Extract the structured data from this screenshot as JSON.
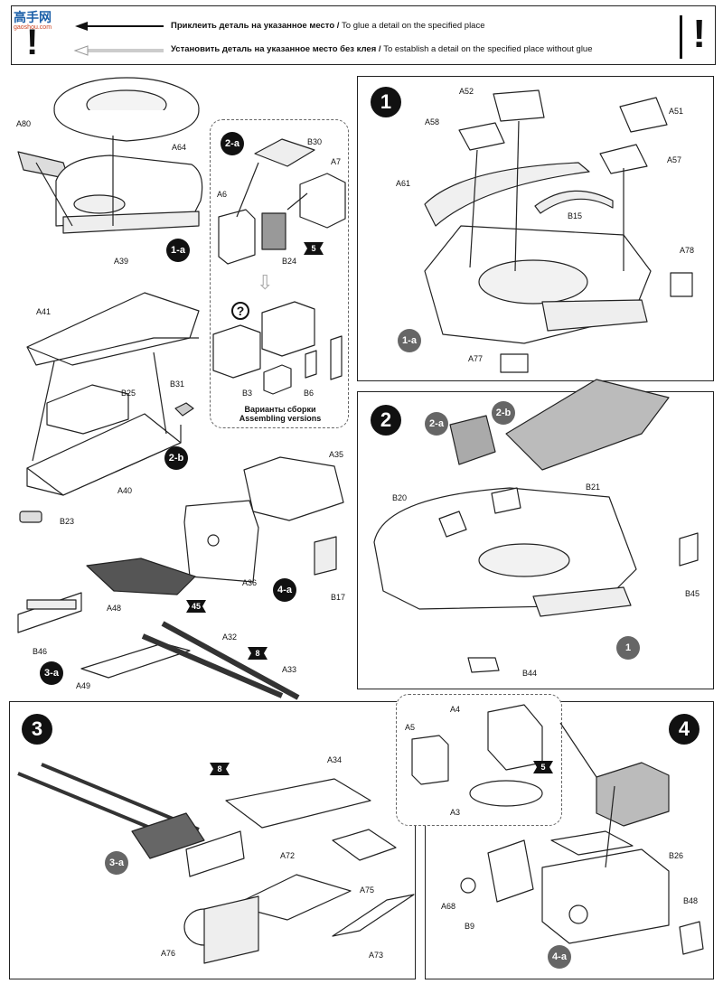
{
  "legend": {
    "glue_ru": "Приклеить деталь на указанное место /",
    "glue_en": "To glue a detail on the specified place",
    "noglue_ru": "Установить деталь на указанное место без клея /",
    "noglue_en": "To establish a detail on the specified place without glue",
    "warning": "!",
    "question": "?"
  },
  "watermark": {
    "text": "高手网",
    "sub": "gaoshou.com"
  },
  "steps": {
    "s1": "1",
    "s2": "2",
    "s3": "3",
    "s4": "4"
  },
  "subassemblies": {
    "a1": "1-a",
    "a2": "2-a",
    "b2": "2-b",
    "a3": "3-a",
    "a4": "4-a"
  },
  "inset_versions": {
    "ru": "Варианты сборки",
    "en": "Assembling versions",
    "question": "?"
  },
  "stars": {
    "five": "5",
    "fortyfive": "45",
    "eight": "8"
  },
  "parts": {
    "A80": "A80",
    "A64": "A64",
    "A39": "A39",
    "B30": "B30",
    "A7": "A7",
    "A6": "A6",
    "B24": "B24",
    "B3": "B3",
    "B6": "B6",
    "A41": "A41",
    "B25": "B25",
    "B31": "B31",
    "A40": "A40",
    "B23": "B23",
    "A35": "A35",
    "A36": "A36",
    "B17": "B17",
    "A48": "A48",
    "B46": "B46",
    "A32": "A32",
    "A33": "A33",
    "A49": "A49",
    "A52": "A52",
    "A51": "A51",
    "A58": "A58",
    "A57": "A57",
    "A61": "A61",
    "B15": "B15",
    "A78": "A78",
    "A77": "A77",
    "B20": "B20",
    "B21": "B21",
    "B45": "B45",
    "B44": "B44",
    "A34": "A34",
    "A72": "A72",
    "A75": "A75",
    "A76": "A76",
    "A73": "A73",
    "A4": "A4",
    "A5": "A5",
    "A3": "A3",
    "B26": "B26",
    "A68": "A68",
    "B9": "B9",
    "B48": "B48"
  }
}
